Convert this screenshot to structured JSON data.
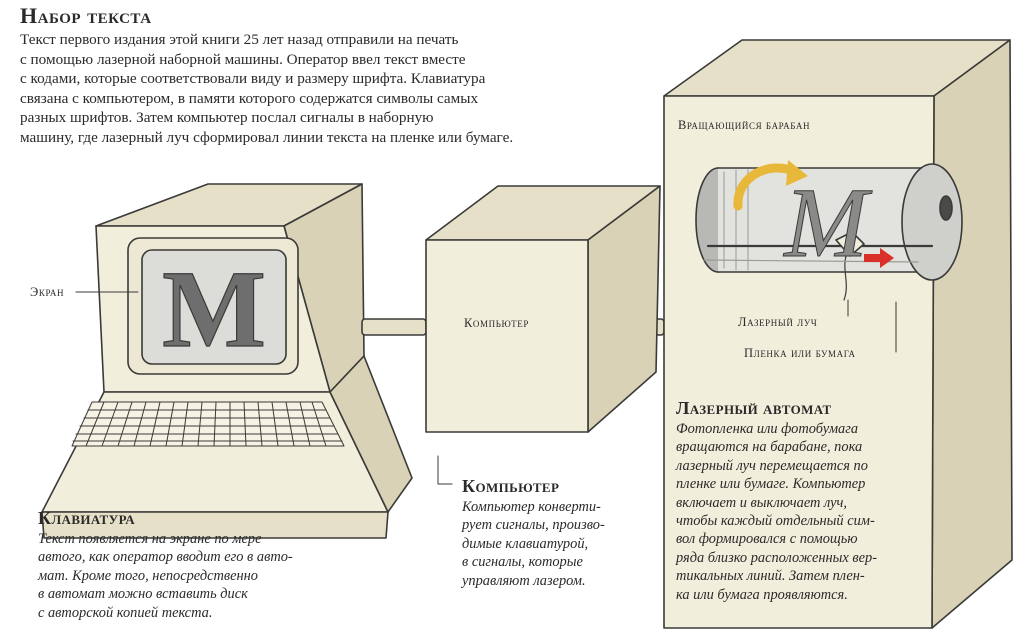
{
  "header": {
    "title": "Набор текста",
    "intro": "Текст первого издания этой книги 25 лет назад отправили на печать\nс помощью лазерной наборной машины. Оператор ввел текст вместе\nс кодами, которые соответствовали виду и размеру шрифта. Клавиатура\nсвязана с компьютером, в памяти которого содержатся символы самых\nразных шрифтов. Затем компьютер послал сигналы в наборную\nмашину, где лазерный луч сформировал линии текста на пленке или бумаге."
  },
  "terminal": {
    "screen_label": "Экран",
    "screen_letter": "M",
    "heading": "Клавиатура",
    "description": "Текст появляется на экране по мере\nавтого, как оператор вводит его в авто-\nмат. Кроме того, непосредственно\nв автомат можно вставить диск\nс авторской копией текста."
  },
  "computer": {
    "box_label": "Компьютер",
    "heading": "Компьютер",
    "description": "Компьютер конверти-\nрует сигналы, произво-\nдимые клавиатурой,\nв сигналы, которые\nуправляют лазером."
  },
  "typesetter": {
    "drum_label": "Вращающийся барабан",
    "drum_letter": "M",
    "laser_label": "Лазерный луч",
    "film_label": "Пленка или бумага",
    "heading": "Лазерный автомат",
    "description": "Фотопленка или фотобумага\nвращаются на барабане, пока\nлазерный луч перемещается по\nпленке или бумаге. Компьютер\nвключает и выключает луч,\nчтобы каждый отдельный сим-\nвол формировался с помощью\nряда близко расположенных вер-\nтикальных линий. Затем плен-\nка или бумага проявляются."
  },
  "colors": {
    "cream": "#f2eedc",
    "cream_shade": "#e6e0c8",
    "cream_dark": "#d9d2b6",
    "outline": "#3a3a38",
    "screen": "#dcdcd8",
    "letter": "#6e6e6e",
    "arrow_yellow": "#e8b83a",
    "arrow_red": "#d9302a"
  }
}
